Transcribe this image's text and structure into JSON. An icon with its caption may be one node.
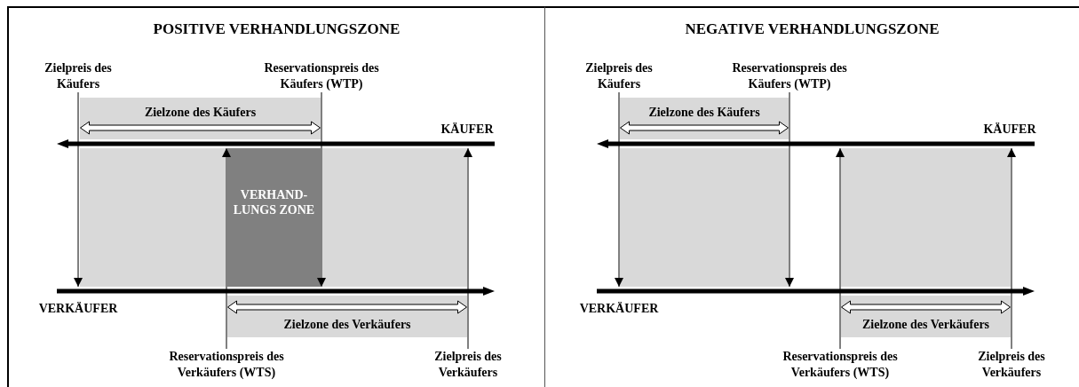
{
  "diagram": {
    "nodes": [
      {
        "text": [
          "POSITIVE VERHANDLUNGSZONE"
        ]
      },
      {
        "text": [
          "Zielpreis des Käufers"
        ],
        "in": 0
      },
      {
        "text": [
          "Reservationspreis des Käufers (WTP)"
        ],
        "in": 0
      },
      {
        "text": [
          "Zielzone des Käufers"
        ],
        "in": 0
      },
      {
        "text": [],
        "shape": "bar",
        "beside": [
          "KÄUFER"
        ],
        "in": 0
      },
      {
        "text": [],
        "shape": "box",
        "in": 0
      },
      {
        "text": [
          "VERHAND- LUNGS ZONE"
        ],
        "in": 0
      },
      {
        "text": [],
        "shape": "box",
        "in": 0
      },
      {
        "text": [],
        "shape": "bar",
        "beside": [
          "VERKÄUFER"
        ],
        "in": 0
      },
      {
        "text": [
          "Zielzone des Verkäufers"
        ],
        "in": 0
      },
      {
        "text": [
          "Reservationspreis des Verkäufers (WTS)"
        ],
        "in": 0
      },
      {
        "text": [
          "Zielpreis des Verkäufers"
        ],
        "in": 0
      },
      {
        "text": [
          "NEGATIVE VERHANDLUNGSZONE"
        ]
      },
      {
        "text": [
          "Zielpreis des Käufers"
        ],
        "in": 12
      },
      {
        "text": [
          "Reservationspreis des Käufers (WTP)"
        ],
        "in": 12
      },
      {
        "text": [
          "Zielzone des Käufers"
        ],
        "in": 12
      },
      {
        "text": [],
        "shape": "bar",
        "beside": [
          "KÄUFER"
        ],
        "in": 12
      },
      {
        "text": [],
        "shape": "box",
        "in": 12
      },
      {
        "text": [],
        "shape": "box",
        "in": 12
      },
      {
        "text": [],
        "shape": "bar",
        "beside": [
          "VERKÄUFER"
        ],
        "in": 12
      },
      {
        "text": [
          "Zielzone des Verkäufers"
        ],
        "in": 12
      },
      {
        "text": [
          "Reservationspreis des Verkäufers (WTS)"
        ],
        "in": 12
      },
      {
        "text": [
          "Zielpreis des Verkäufers"
        ],
        "in": 12
      }
    ],
    "edges": [
      {
        "from": 1,
        "to": 8,
        "arrow": "to"
      },
      {
        "from": 2,
        "to": 8,
        "arrow": "to"
      },
      {
        "from": 10,
        "to": 4,
        "arrow": "to"
      },
      {
        "from": 11,
        "to": 4,
        "arrow": "to"
      },
      {
        "from": 13,
        "to": 19,
        "arrow": "to"
      },
      {
        "from": 14,
        "to": 19,
        "arrow": "to"
      },
      {
        "from": 21,
        "to": 16,
        "arrow": "to"
      },
      {
        "from": 22,
        "to": 16,
        "arrow": "to"
      }
    ]
  }
}
